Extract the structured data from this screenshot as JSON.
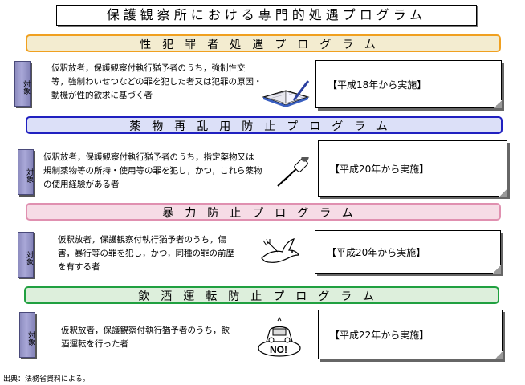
{
  "title": "保護観察所における専門的処遇プログラム",
  "sections": [
    {
      "name": "性犯罪者処遇プログラム",
      "tag": "対象",
      "description": [
        "仮釈放者，保護観察付執行猶予者のうち，強制性交",
        "等，強制わいせつなどの罪を犯した者又は犯罪の原因・",
        "動機が性的欲求に基づく者"
      ],
      "note": "【平成18年から実施】",
      "border_color": "#f0a020",
      "illustration": "book-pen-icon"
    },
    {
      "name": "薬物再乱用防止プログラム",
      "tag": "対象",
      "description": [
        "仮釈放者，保護観察付執行猶予者のうち，指定薬物又は",
        "規制薬物等の所持・使用等の罪を犯し，かつ，これら薬物",
        "の使用経験がある者"
      ],
      "note": "【平成20年から実施】",
      "border_color": "#2020c0",
      "illustration": "dropper-icon"
    },
    {
      "name": "暴力防止プログラム",
      "tag": "対象",
      "description": [
        "仮釈放者，保護観察付執行猶予者のうち，傷",
        "害，暴行等の罪を犯し，かつ，同種の罪の前歴",
        "を有する者"
      ],
      "note": "【平成20年から実施】",
      "border_color": "#e090b0",
      "illustration": "dove-icon"
    },
    {
      "name": "飲酒運転防止プログラム",
      "tag": "対象",
      "description": [
        "仮釈放者，保護観察付執行猶予者のうち，飲",
        "酒運転を行った者"
      ],
      "note": "【平成22年から実施】",
      "border_color": "#20a040",
      "illustration": "no-drunk-driving-icon",
      "illustration_text": "NO!"
    }
  ],
  "source": "出典：法務省資料による。"
}
